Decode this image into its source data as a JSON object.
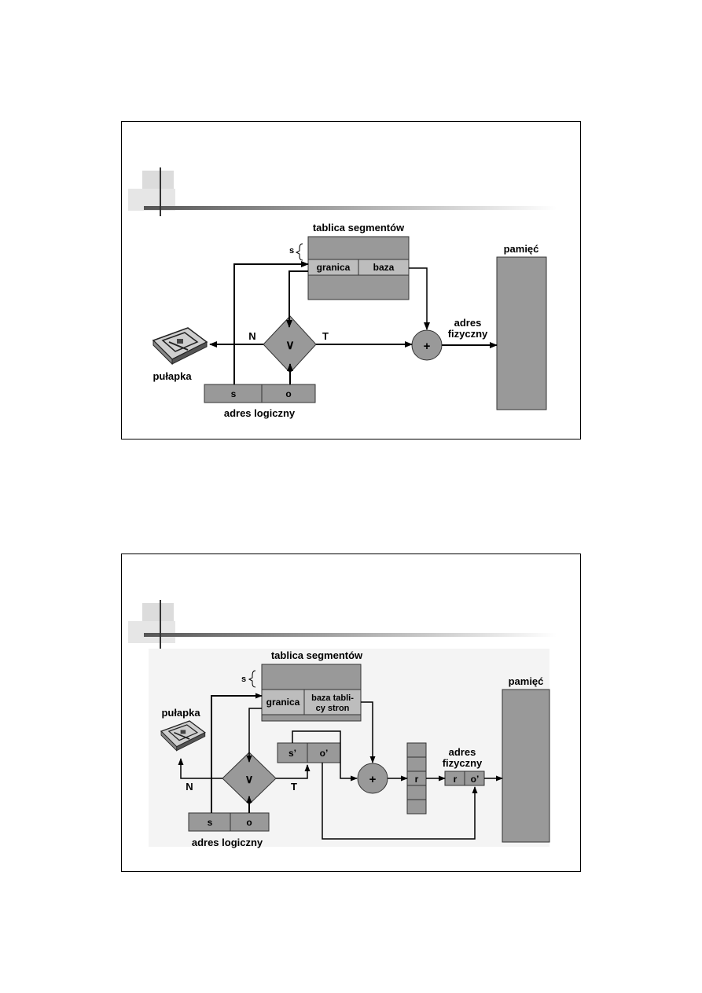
{
  "slide1": {
    "segment_table_title": "tablica segmentów",
    "s_marker": "s",
    "limit_label": "granica",
    "base_label": "baza",
    "memory_label": "pamięć",
    "physical_address_line1": "adres",
    "physical_address_line2": "fizyczny",
    "no_label": "N",
    "yes_label": "T",
    "compare_symbol": "∨",
    "add_symbol": "+",
    "trap_label": "pułapka",
    "logical_s": "s",
    "logical_o": "o",
    "logical_address_label": "adres logiczny"
  },
  "slide2": {
    "segment_table_title": "tablica segmentów",
    "s_marker": "s",
    "limit_label": "granica",
    "base_label_line1": "baza tabli-",
    "base_label_line2": "cy stron",
    "memory_label": "pamięć",
    "physical_address_line1": "adres",
    "physical_address_line2": "fizyczny",
    "trap_label": "pułapka",
    "no_label": "N",
    "yes_label": "T",
    "compare_symbol": "∨",
    "add_symbol": "+",
    "s_prime": "s’",
    "o_prime": "o’",
    "page_frame": "r",
    "phys_r": "r",
    "phys_o": "o’",
    "logical_s": "s",
    "logical_o": "o",
    "logical_address_label": "adres logiczny"
  }
}
